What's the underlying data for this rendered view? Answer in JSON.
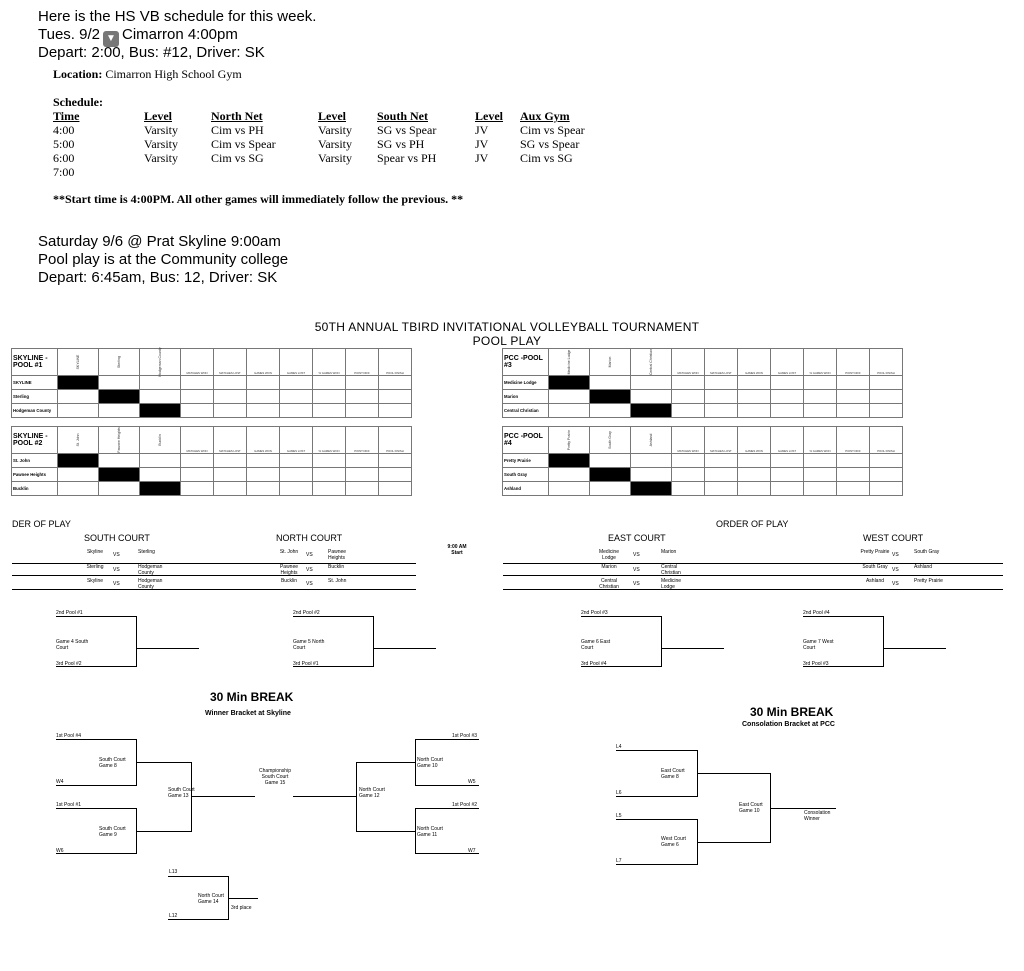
{
  "email": {
    "line1": "Here is the HS VB schedule for this week.",
    "line2a": "Tues. 9/2",
    "line2b": "Cimarron 4:00pm",
    "line3": "Depart: 2:00, Bus: #12, Driver: SK",
    "sat1": "Saturday 9/6 @ Prat Skyline 9:00am",
    "sat2": "Pool play is at the Community college",
    "sat3": "Depart: 6:45am, Bus: 12, Driver: SK"
  },
  "location": {
    "label": "Location:",
    "value": "Cimarron High School Gym"
  },
  "schedule": {
    "label": "Schedule:",
    "headers": [
      "Time",
      "Level",
      "North Net",
      "Level",
      "South Net",
      "Level",
      "Aux Gym"
    ],
    "rows": [
      [
        "4:00",
        "Varsity",
        "Cim vs PH",
        "Varsity",
        "SG vs Spear",
        "JV",
        "Cim vs Spear"
      ],
      [
        "5:00",
        "Varsity",
        "Cim vs Spear",
        "Varsity",
        "SG vs PH",
        "JV",
        "SG vs Spear"
      ],
      [
        "6:00",
        "Varsity",
        "Cim vs SG",
        "Varsity",
        "Spear vs PH",
        "JV",
        "Cim vs SG"
      ],
      [
        "7:00",
        "",
        "",
        "",
        "",
        "",
        ""
      ]
    ],
    "note": "**Start time is 4:00PM. All other games will immediately follow the previous. **"
  },
  "tournament": {
    "title": "50TH ANNUAL TBIRD INVITATIONAL VOLLEYBALL TOURNAMENT",
    "subtitle": "POOL PLAY",
    "stats": [
      "MATCHES WON",
      "MATCHES LOST",
      "GAMES WON",
      "GAMES LOST",
      "% GAMES WON",
      "POINT DIFF",
      "POOL FINISH"
    ],
    "pools": [
      {
        "name": "SKYLINE - POOL #1",
        "teams": [
          "SKYLINE",
          "Sterling",
          "Hodgeman County"
        ]
      },
      {
        "name": "SKYLINE - POOL #2",
        "teams": [
          "St. John",
          "Pawnee Heights",
          "Bucklin"
        ]
      },
      {
        "name": "PCC -POOL #3",
        "teams": [
          "Medicine Lodge",
          "Marion",
          "Central Christian"
        ]
      },
      {
        "name": "PCC -POOL #4",
        "teams": [
          "Pretty Prairie",
          "South Gray",
          "Ashland"
        ]
      }
    ]
  },
  "order": {
    "left_label": "DER OF PLAY",
    "right_label": "ORDER OF PLAY",
    "courts": [
      "SOUTH COURT",
      "NORTH COURT",
      "EAST COURT",
      "WEST COURT"
    ],
    "start": "9:00 AM Start",
    "vs": "VS",
    "south": [
      [
        "Skyline",
        "Sterling"
      ],
      [
        "Sterling",
        "Hodgeman County"
      ],
      [
        "Skyline",
        "Hodgeman County"
      ]
    ],
    "north": [
      [
        "St. John",
        "Pawnee Heights"
      ],
      [
        "Pawnee Heights",
        "Bucklin"
      ],
      [
        "Bucklin",
        "St. John"
      ]
    ],
    "east": [
      [
        "Medicine Lodge",
        "Marion"
      ],
      [
        "Marion",
        "Central Christian"
      ],
      [
        "Central Christian",
        "Medicine Lodge"
      ]
    ],
    "west": [
      [
        "Pretty Prairie",
        "South Gray"
      ],
      [
        "South Gray",
        "Ashland"
      ],
      [
        "Ashland",
        "Pretty Prairie"
      ]
    ]
  },
  "crossovers": [
    {
      "top": "2nd Pool #1",
      "game": "Game 4 South Court",
      "bottom": "3rd Pool #2"
    },
    {
      "top": "2nd Pool #2",
      "game": "Game 5 North Court",
      "bottom": "3rd Pool #1"
    },
    {
      "top": "2nd Pool #3",
      "game": "Game 6 East Court",
      "bottom": "3rd Pool #4"
    },
    {
      "top": "2nd Pool #4",
      "game": "Game 7 West Court",
      "bottom": "3rd Pool #3"
    }
  ],
  "winner": {
    "break": "30 Min BREAK",
    "title": "Winner Bracket at Skyline",
    "s1": "1st Pool #4",
    "s2": "W4",
    "s3": "1st Pool #1",
    "s4": "W6",
    "g8": "South Court Game 8",
    "g9": "South Court Game 9",
    "g13": "South Court Game 13",
    "champ": "Championship South Court Game 15",
    "g12": "North Court Game 12",
    "g10": "North Court Game 10",
    "g11": "North Court Game 11",
    "r1": "1st Pool #3",
    "r2": "W5",
    "r3": "1st Pool #2",
    "r4": "W7",
    "l13": "L13",
    "l12": "L12",
    "g14": "North Court Game 14",
    "third": "3rd place"
  },
  "consolation": {
    "break": "30 Min BREAK",
    "title": "Consolation Bracket at PCC",
    "l4": "L4",
    "l6": "L6",
    "l5": "L5",
    "l7": "L7",
    "g8": "East Court Game 8",
    "g6": "West Court Game 6",
    "g10": "East Court Game 10",
    "win": "Consolation Winner"
  }
}
